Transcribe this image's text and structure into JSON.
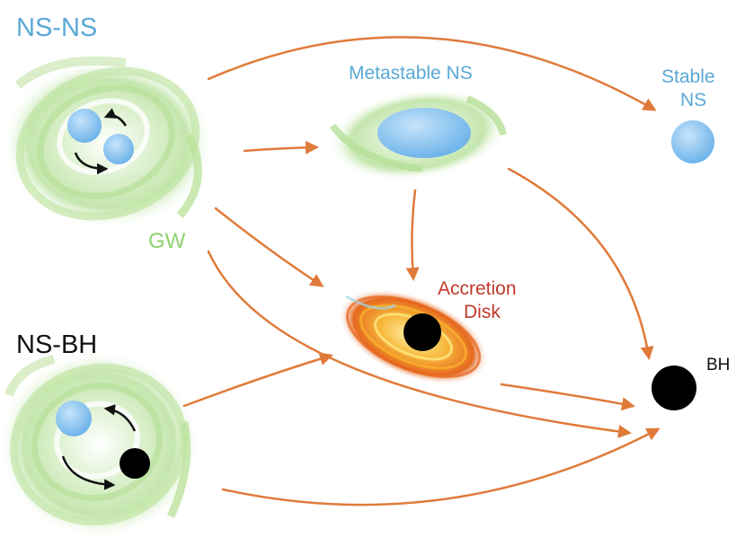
{
  "labels": {
    "ns_ns": "NS-NS",
    "ns_bh": "NS-BH",
    "metastable_ns": "Metastable NS",
    "stable_ns_line1": "Stable",
    "stable_ns_line2": "NS",
    "gw": "GW",
    "accretion_line1": "Accretion",
    "accretion_line2": "Disk",
    "bh": "BH"
  },
  "colors": {
    "ns_blue_text": "#5aa9d6",
    "gw_green": "#8fd16e",
    "accretion_red": "#c0392b",
    "arrow_orange": "#e07a3a",
    "ns_fill": "#8cc4ef",
    "halo_green": "#c9e8b4",
    "disk_orange": "#f39a25",
    "black": "#000000"
  }
}
